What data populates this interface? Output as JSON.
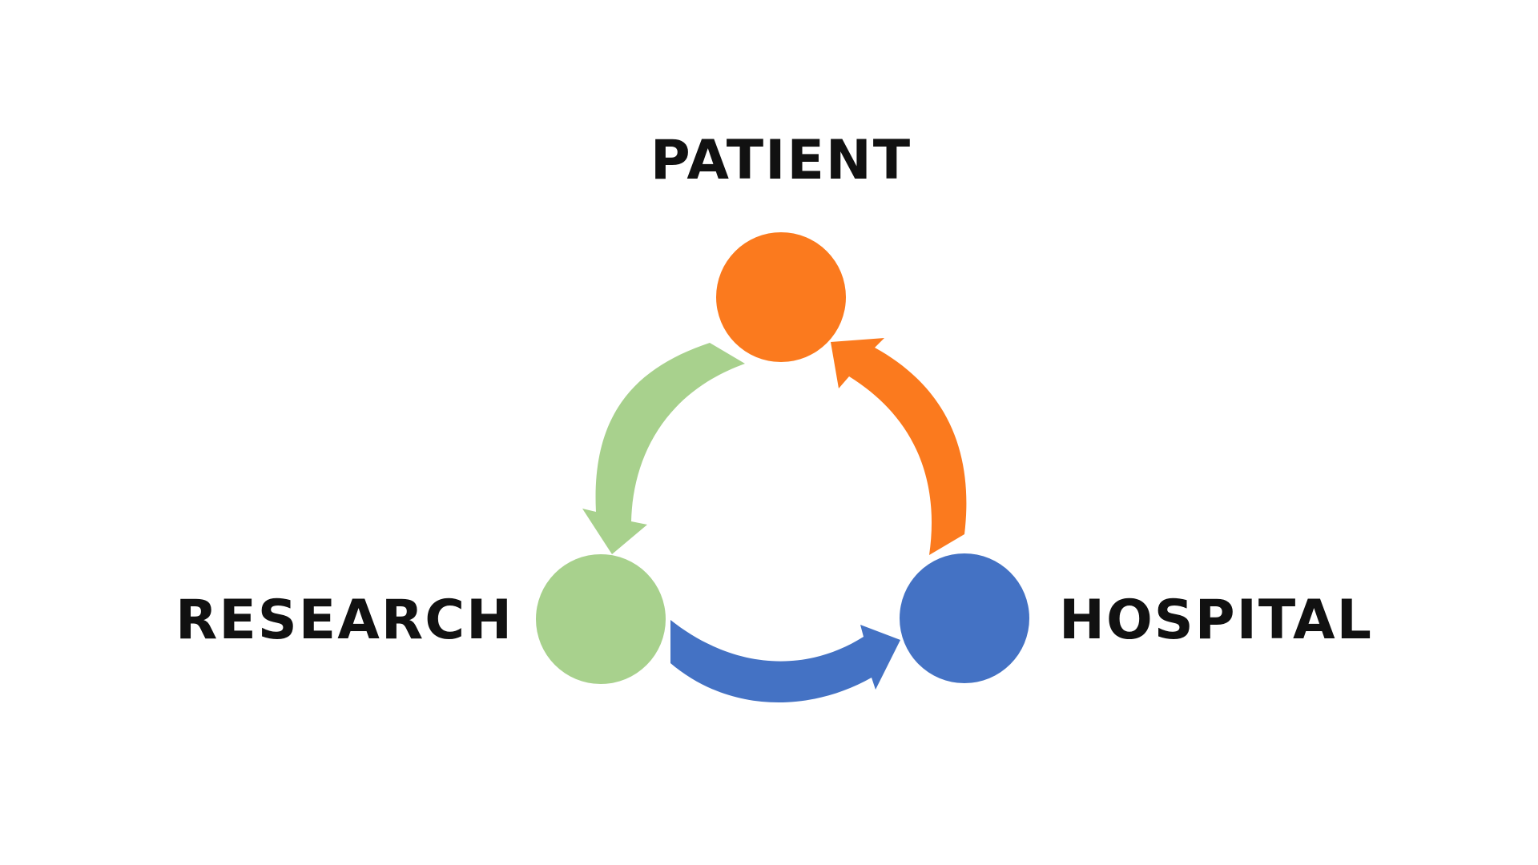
{
  "nodes": [
    {
      "id": "patient",
      "label": "PATIENT",
      "color": "#FB7A1E"
    },
    {
      "id": "research",
      "label": "RESEARCH",
      "color": "#A8D18D"
    },
    {
      "id": "hospital",
      "label": "HOSPITAL",
      "color": "#4472C4"
    }
  ],
  "arrows": [
    {
      "from": "patient",
      "to": "research",
      "color": "#A8D18D"
    },
    {
      "from": "research",
      "to": "hospital",
      "color": "#4472C4"
    },
    {
      "from": "hospital",
      "to": "patient",
      "color": "#FB7A1E"
    }
  ]
}
